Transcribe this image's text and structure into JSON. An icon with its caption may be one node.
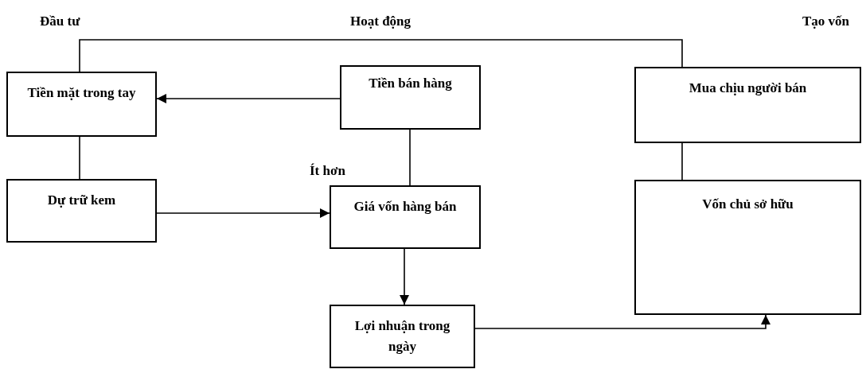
{
  "diagram": {
    "nodes": [
      {
        "text": [
          "Tiền mặt trong tay"
        ]
      },
      {
        "text": [
          "Tiền bán hàng"
        ]
      },
      {
        "text": [
          "Mua chịu người bán"
        ]
      },
      {
        "text": [
          "Dự trữ kem"
        ]
      },
      {
        "text": [
          "Giá vốn hàng bán"
        ]
      },
      {
        "text": [
          "Vốn chủ sở hữu"
        ]
      },
      {
        "text": [
          "Lợi nhuận trong ngày"
        ]
      }
    ],
    "edges": [
      {
        "from": 0,
        "to": 2,
        "arrow": "none"
      },
      {
        "from": 1,
        "to": 0,
        "arrow": "to"
      },
      {
        "from": 0,
        "to": 3,
        "arrow": "none"
      },
      {
        "from": 1,
        "to": 4,
        "arrow": "none",
        "label": "Ít hơn"
      },
      {
        "from": 3,
        "to": 4,
        "arrow": "to"
      },
      {
        "from": 2,
        "to": 5,
        "arrow": "none"
      },
      {
        "from": 4,
        "to": 6,
        "arrow": "to"
      },
      {
        "from": 6,
        "to": 5,
        "arrow": "to"
      }
    ],
    "labels": [
      "Đầu tư",
      "Hoạt động",
      "Tạo vốn"
    ]
  }
}
